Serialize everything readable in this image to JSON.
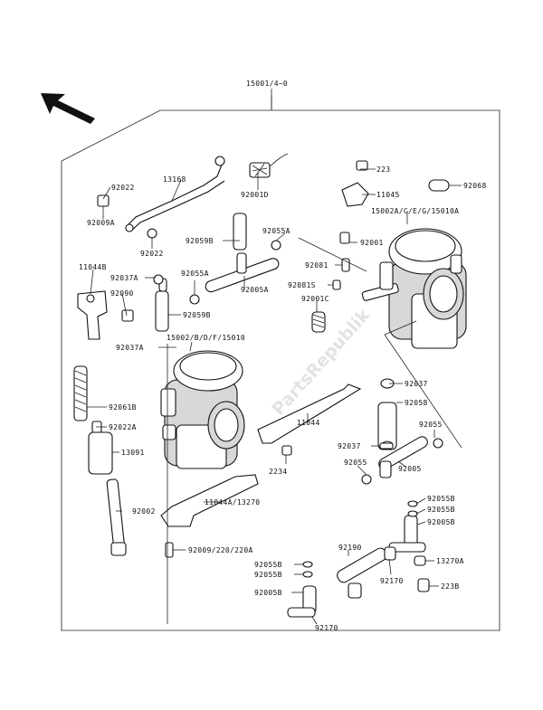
{
  "watermark": "PartsRepublik",
  "labels": {
    "assy": "15001/4~0",
    "p223": "223",
    "p92068": "92068",
    "p11045": "11045",
    "p92022": "92022",
    "p13168": "13168",
    "p92001d": "92001D",
    "p92009a": "92009A",
    "p92022b": "92022",
    "p15002a": "15002A/C/E/G/15010A",
    "p92059b": "92059B",
    "p92055a_t": "92055A",
    "p92001": "92001",
    "p11044b": "11044B",
    "p92037a": "92037A",
    "p92055a": "92055A",
    "p92081": "92081",
    "p92081s": "92081S",
    "p92090": "92090",
    "p92005a": "92005A",
    "p92001c": "92001C",
    "p92059b2": "92059B",
    "p92037a2": "92037A",
    "p15002": "15002/B/D/F/15010",
    "p92037": "92037",
    "p92061b": "92061B",
    "p92058": "92058",
    "p11044": "11044",
    "p92022a": "92022A",
    "p92055": "92055",
    "p13091": "13091",
    "p92037b": "92037",
    "p2234": "2234",
    "p92055b": "92055",
    "p92005": "92005",
    "p11044a": "11044A/13270",
    "p92002": "92002",
    "p92055b_a": "92055B",
    "p92055b_b": "92055B",
    "p92005b": "92005B",
    "p92009": "92009/220/220A",
    "p92190": "92190",
    "p92055b_c": "92055B",
    "p13270a": "13270A",
    "p92055b_d": "92055B",
    "p92170": "92170",
    "p92005b2": "92005B",
    "p223b": "223B",
    "p92170b": "92170"
  }
}
